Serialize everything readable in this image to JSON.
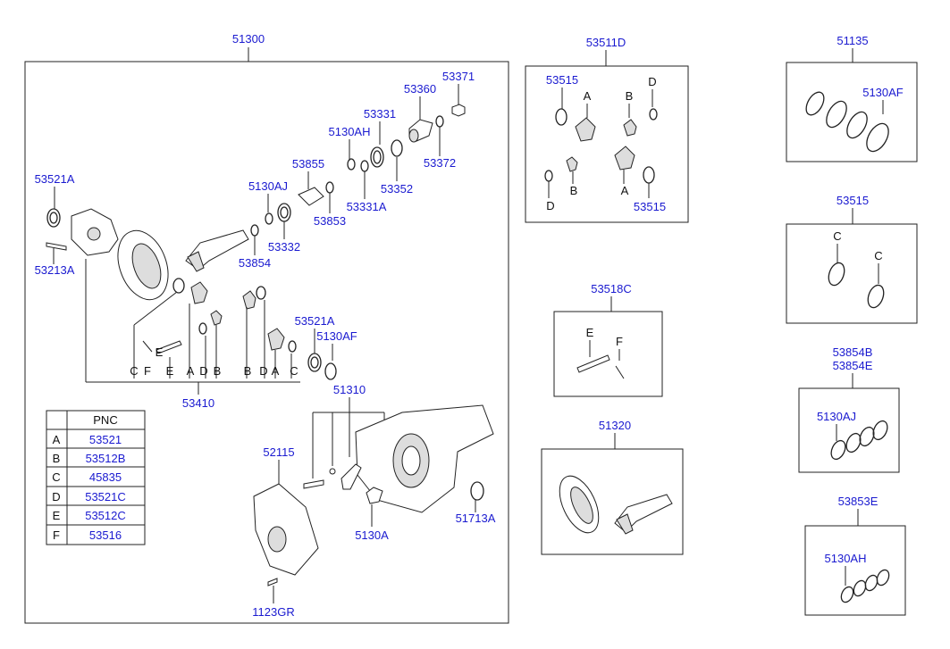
{
  "colors": {
    "part_number": "#1a1ad0",
    "letter": "#111111",
    "line": "#222222"
  },
  "main": {
    "title": "51300",
    "labels": {
      "p53371": "53371",
      "p53360": "53360",
      "p53331": "53331",
      "p5130AH": "5130AH",
      "p53372": "53372",
      "p53855": "53855",
      "p53352": "53352",
      "p5130AJ": "5130AJ",
      "p53331A": "53331A",
      "p53853": "53853",
      "p53521A": "53521A",
      "p53332": "53332",
      "p53854": "53854",
      "p53213A": "53213A",
      "p53521A_2": "53521A",
      "p5130AF": "5130AF",
      "p53410": "53410",
      "p51310": "51310",
      "p52115": "52115",
      "p51713A": "51713A",
      "p5130A": "5130A",
      "p1123GR": "1123GR"
    },
    "callout_letters": [
      "C",
      "F",
      "E",
      "A",
      "D",
      "B",
      "B",
      "D",
      "A",
      "C"
    ],
    "part_letters": {
      "E": "E"
    },
    "pnc_table": {
      "header": "PNC",
      "rows": [
        {
          "key": "A",
          "pnc": "53521"
        },
        {
          "key": "B",
          "pnc": "53512B"
        },
        {
          "key": "C",
          "pnc": "45835"
        },
        {
          "key": "D",
          "pnc": "53521C"
        },
        {
          "key": "E",
          "pnc": "53512C"
        },
        {
          "key": "F",
          "pnc": "53516"
        }
      ]
    }
  },
  "kit_53511D": {
    "title": "53511D",
    "labels": {
      "top": "53515",
      "bottom": "53515"
    },
    "letters": [
      "A",
      "B",
      "D",
      "B",
      "D",
      "A"
    ]
  },
  "kit_51135": {
    "title": "51135",
    "label": "5130AF"
  },
  "kit_53515": {
    "title": "53515",
    "letters": [
      "C",
      "C"
    ]
  },
  "kit_53518C": {
    "title": "53518C",
    "letters": [
      "E",
      "F"
    ]
  },
  "kit_53854B": {
    "title_line1": "53854B",
    "title_line2": "53854E",
    "label": "5130AJ"
  },
  "kit_51320": {
    "title": "51320"
  },
  "kit_53853E": {
    "title": "53853E",
    "label": "5130AH"
  }
}
